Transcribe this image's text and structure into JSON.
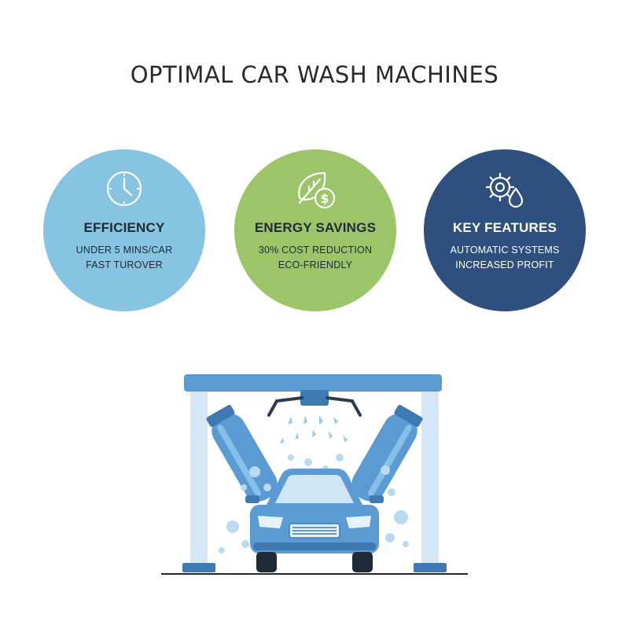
{
  "title": "OPTIMAL CAR WASH MACHINES",
  "colors": {
    "efficiency_bg": "#86c4e2",
    "energy_bg": "#9cc56a",
    "features_bg": "#2f4f7f",
    "dark_text": "#1f2a36",
    "light_text": "#ffffff",
    "machine_blue": "#4f8fc9",
    "machine_light": "#9ccbe9"
  },
  "cards": [
    {
      "heading": "EFFICIENCY",
      "lines": [
        "UNDER 5 MINS/CAR",
        "FAST TUROVER"
      ],
      "icon": "clock-icon"
    },
    {
      "heading": "ENERGY SAVINGS",
      "lines": [
        "30% COST REDUCTION",
        "ECO-FRIENDLY"
      ],
      "icon": "leaf-dollar-icon"
    },
    {
      "heading": "KEY FEATURES",
      "lines": [
        "AUTOMATIC SYSTEMS",
        "INCREASED PROFIT"
      ],
      "icon": "gear-drop-icon"
    }
  ],
  "illustration": "car-wash-machine-illustration"
}
